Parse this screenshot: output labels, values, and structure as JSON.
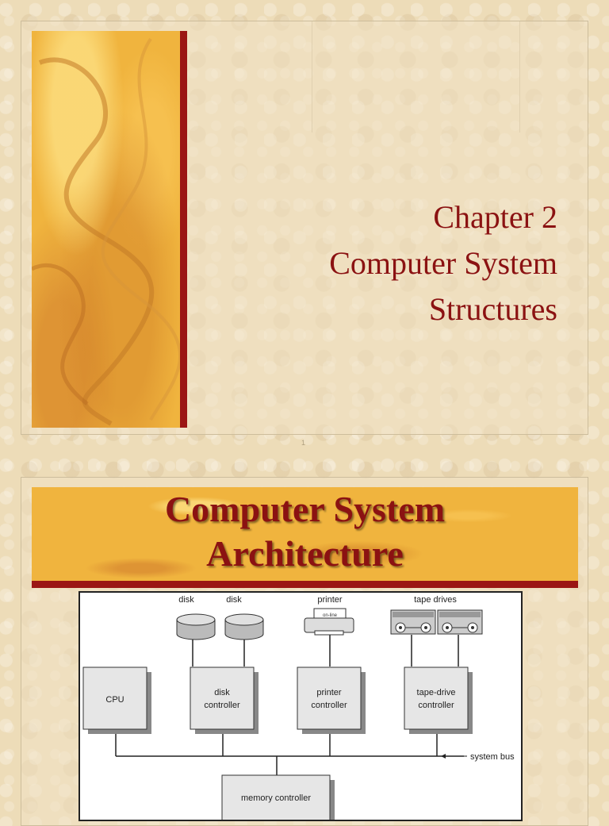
{
  "slide1": {
    "title_lines": [
      "Chapter 2",
      "Computer System",
      "Structures"
    ],
    "page_number": "1"
  },
  "slide2": {
    "title_lines": [
      "Computer System",
      "Architecture"
    ],
    "diagram": {
      "device_labels": {
        "disk1": "disk",
        "disk2": "disk",
        "printer": "printer",
        "printer_tag": "on-line",
        "tape": "tape drives"
      },
      "boxes": {
        "cpu": "CPU",
        "disk_controller": [
          "disk",
          "controller"
        ],
        "printer_controller": [
          "printer",
          "controller"
        ],
        "tape_controller": [
          "tape-drive",
          "controller"
        ],
        "memory_controller": "memory controller"
      },
      "bus_label": "system bus"
    }
  },
  "colors": {
    "title_red": "#8b1212",
    "bar_red": "#9b1614",
    "texture_orange": "#f0b43e",
    "background": "#eddcb8"
  }
}
